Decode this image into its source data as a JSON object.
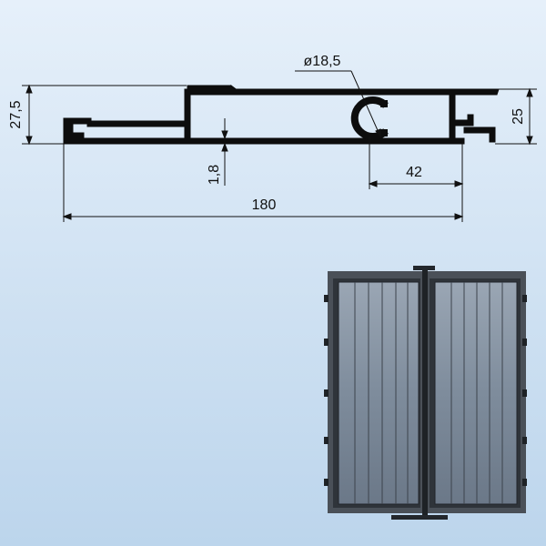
{
  "drawing": {
    "dimensions": {
      "height_left": "27,5",
      "height_right": "25",
      "wall": "1,8",
      "diameter": "ø18,5",
      "offset": "42",
      "total_width": "180"
    }
  },
  "colors": {
    "background_top": "#e6f0fa",
    "background_bottom": "#bcd5ec",
    "profile": "#0d0d0d",
    "panel_frame": "#3a4048",
    "panel_glass": "#8b98a8"
  }
}
